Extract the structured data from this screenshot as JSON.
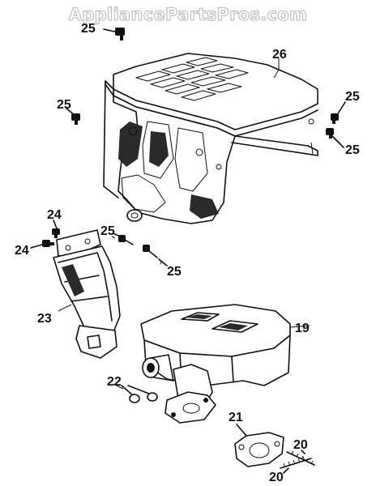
{
  "watermark": "AppliancePartsPros.com",
  "callouts": [
    {
      "id": "c25a",
      "text": "25"
    },
    {
      "id": "c26",
      "text": "26"
    },
    {
      "id": "c25b",
      "text": "25"
    },
    {
      "id": "c25c",
      "text": "25"
    },
    {
      "id": "c25d",
      "text": "25"
    },
    {
      "id": "c24a",
      "text": "24"
    },
    {
      "id": "c24b",
      "text": "24"
    },
    {
      "id": "c25e",
      "text": "25"
    },
    {
      "id": "c25f",
      "text": "25"
    },
    {
      "id": "c23",
      "text": "23"
    },
    {
      "id": "c19",
      "text": "19"
    },
    {
      "id": "c22",
      "text": "22"
    },
    {
      "id": "c21",
      "text": "21"
    },
    {
      "id": "c20a",
      "text": "20"
    },
    {
      "id": "c20b",
      "text": "20"
    }
  ]
}
